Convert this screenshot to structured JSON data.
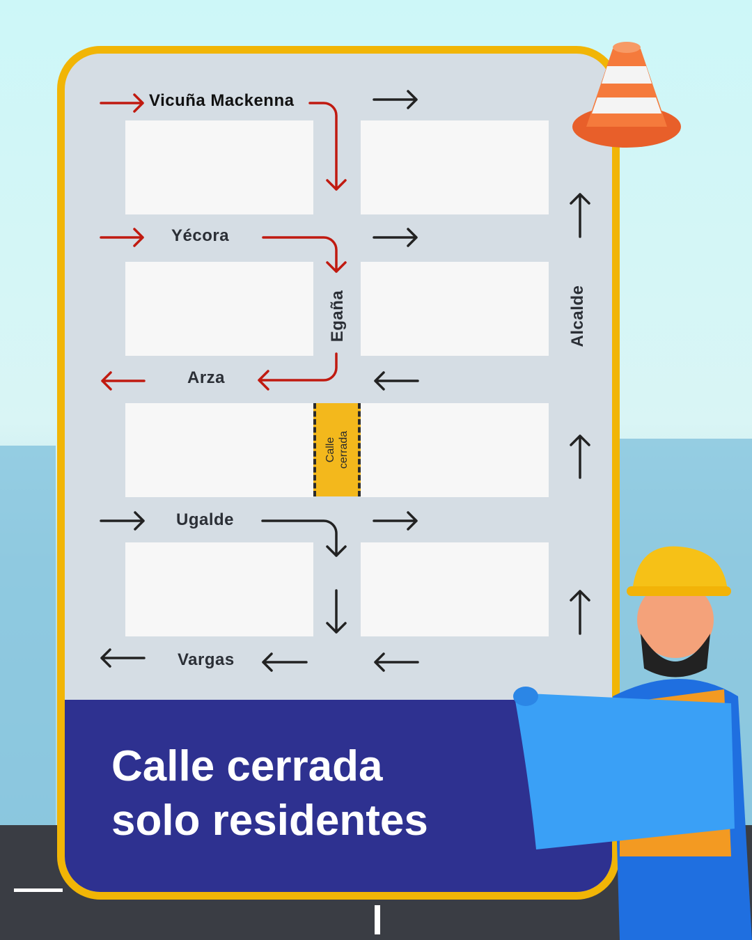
{
  "streets": {
    "vicuna": "Vicuña Mackenna",
    "yecora": "Yécora",
    "arza": "Arza",
    "ugalde": "Ugalde",
    "vargas": "Vargas",
    "egana": "Egaña",
    "alcalde": "Alcalde"
  },
  "closure": {
    "line1": "Calle",
    "line2": "cerrada"
  },
  "headline": {
    "line1": "Calle cerrada",
    "line2": "solo residentes"
  },
  "colors": {
    "detour": "#c01a10",
    "traffic": "#222222",
    "border": "#f1b506",
    "panel": "#2e3190"
  }
}
